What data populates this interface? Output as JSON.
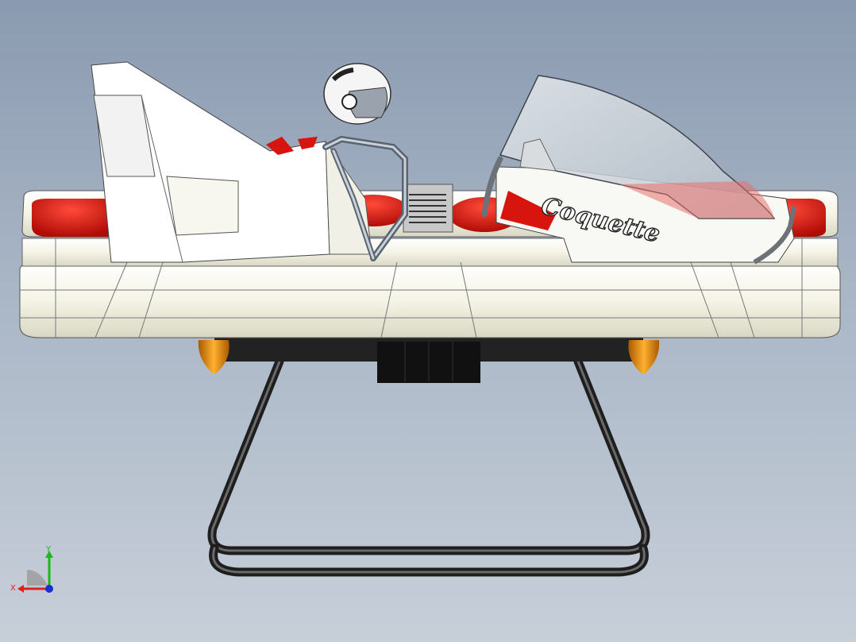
{
  "model": {
    "logo_text": "Coquette"
  },
  "triad": {
    "x_label": "X",
    "y_label": "Y",
    "x_color": "#e0201c",
    "y_color": "#1bb81b",
    "z_color": "#1c2cd8"
  },
  "colors": {
    "body_white": "#f6f5ec",
    "accent_red": "#d8140e",
    "frame_dark": "#1e1e1e",
    "thruster_orange": "#e88a10"
  }
}
